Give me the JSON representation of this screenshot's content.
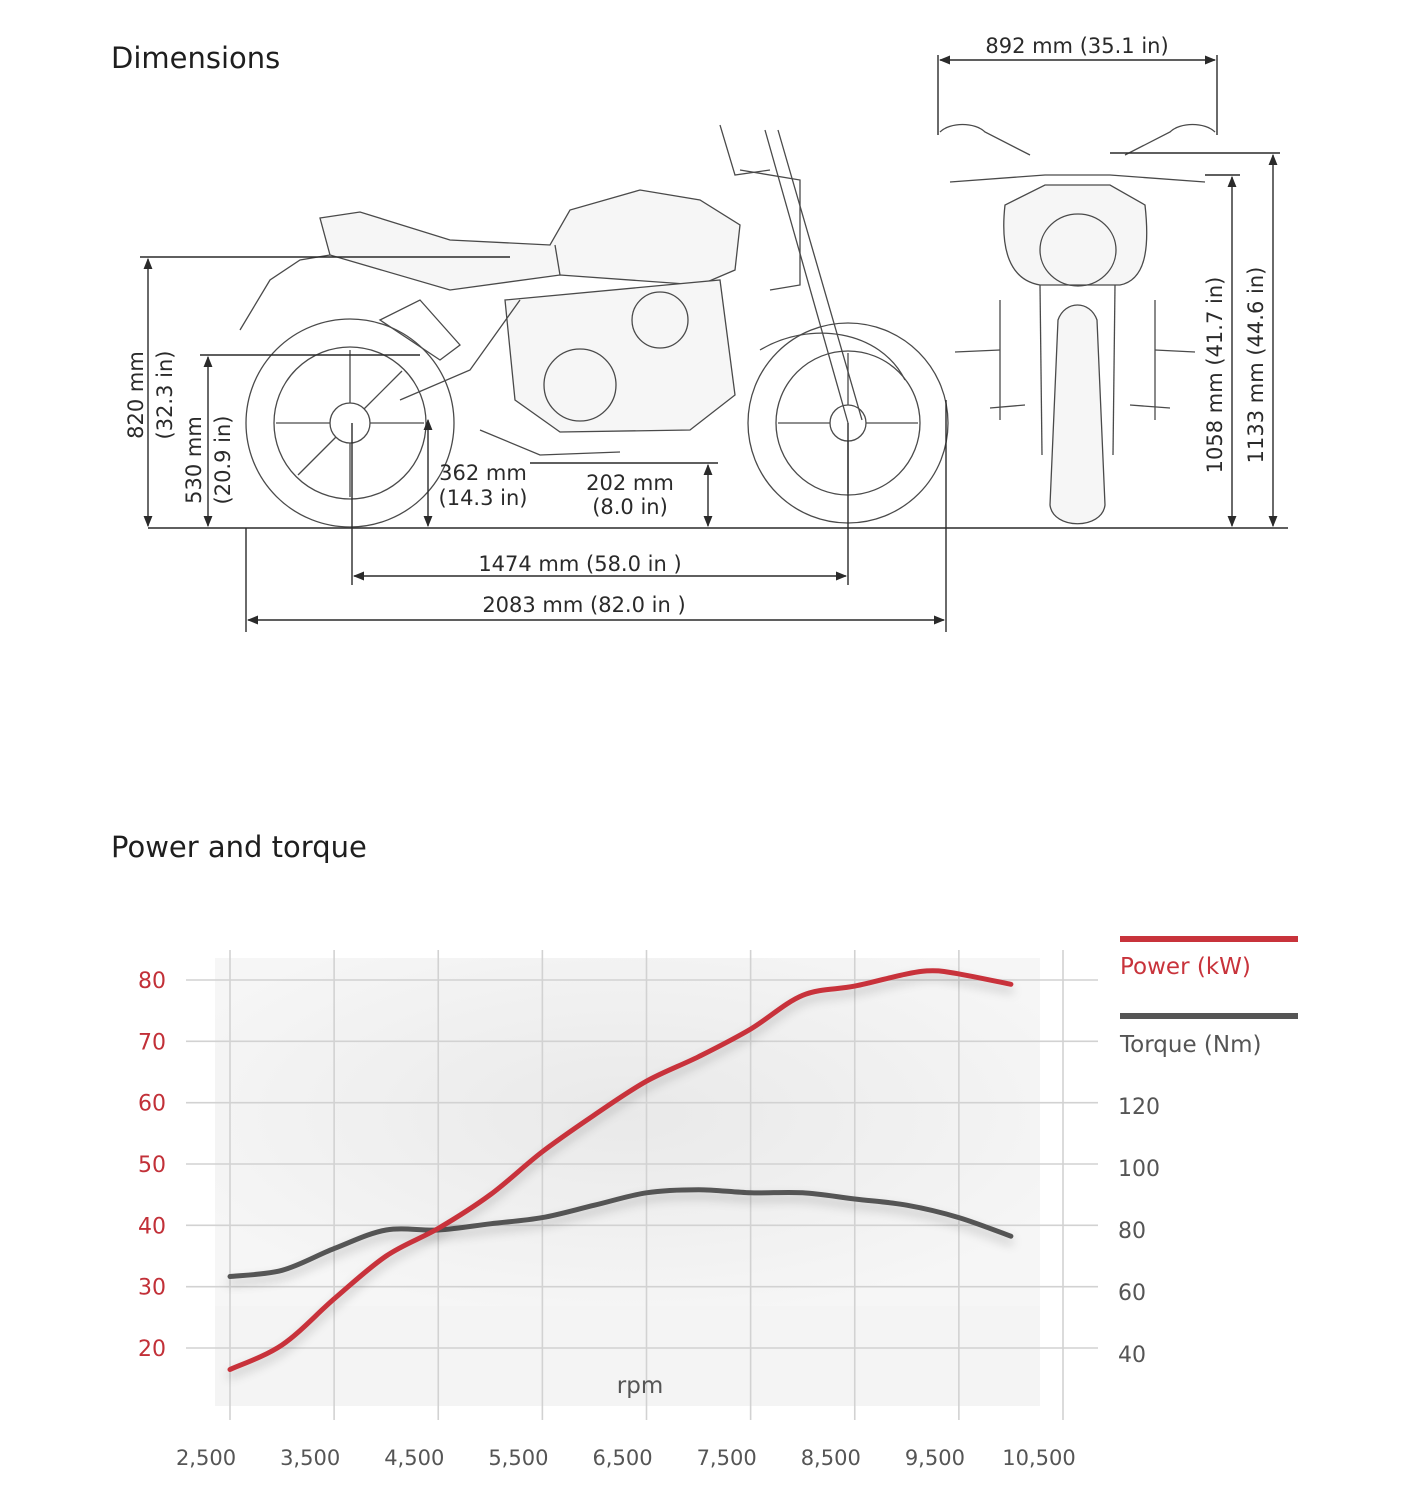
{
  "dimensions": {
    "title": "Dimensions",
    "labels": {
      "width_mirrors": "892 mm (35.1 in)",
      "seat_height_mm": "820 mm",
      "seat_height_in": "(32.3 in)",
      "footpeg_mm": "530 mm",
      "footpeg_in": "(20.9 in)",
      "exhaust_mm": "362 mm",
      "exhaust_in": "(14.3 in)",
      "ground_clearance_mm": "202 mm",
      "ground_clearance_in": "(8.0 in)",
      "wheelbase": "1474 mm (58.0 in )",
      "length": "2083 mm (82.0 in )",
      "handlebar_height": "1058 mm (41.7 in)",
      "mirror_height": "1133 mm (44.6 in)"
    }
  },
  "power_torque": {
    "title": "Power and torque",
    "legend_power": "Power (kW)",
    "legend_torque": "Torque (Nm)",
    "xaxis_label": "rpm",
    "colors": {
      "power": "#c8333b",
      "torque": "#555555",
      "grid": "#d2d2d2"
    }
  },
  "chart_data": {
    "type": "line",
    "xlabel": "rpm",
    "x_ticks": [
      "2,500",
      "3,500",
      "4,500",
      "5,500",
      "6,500",
      "7,500",
      "8,500",
      "9,500",
      "10,500"
    ],
    "xlim": [
      2500,
      10500
    ],
    "y_left_ticks": [
      "80",
      "70",
      "60",
      "50",
      "40",
      "30",
      "20"
    ],
    "y_left_lim": [
      20,
      80
    ],
    "y_right_ticks": [
      "120",
      "100",
      "80",
      "60",
      "40"
    ],
    "y_right_lim": [
      40,
      120
    ],
    "grid": true,
    "legend_placement": "top-right",
    "series": [
      {
        "name": "Power (kW)",
        "axis": "left",
        "x": [
          2500,
          3000,
          3500,
          4000,
          4500,
          5000,
          5500,
          6000,
          6500,
          7000,
          7500,
          8000,
          8500,
          9000,
          9250,
          9500,
          10000
        ],
        "values": [
          16.5,
          20.5,
          28,
          35,
          39.5,
          45,
          52,
          58,
          63.5,
          67.5,
          72,
          77.5,
          79,
          81,
          81.5,
          81,
          79.3
        ]
      },
      {
        "name": "Torque (Nm)",
        "axis": "right",
        "x": [
          2500,
          3000,
          3500,
          4000,
          4500,
          5000,
          5500,
          6000,
          6500,
          7000,
          7500,
          8000,
          8500,
          9000,
          9500,
          10000
        ],
        "values": [
          65,
          67,
          74,
          80,
          80,
          82,
          84,
          88,
          92,
          93,
          92,
          92,
          90,
          88,
          84,
          78
        ]
      }
    ]
  }
}
